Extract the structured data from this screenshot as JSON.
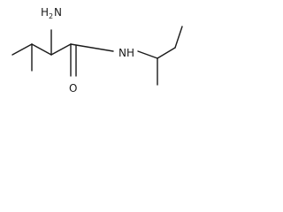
{
  "molecule": {
    "labels": {
      "amine": {
        "main": "H",
        "sub": "2",
        "suffix": "N"
      },
      "amide_nh": "NH",
      "carbonyl_o": "O"
    }
  }
}
